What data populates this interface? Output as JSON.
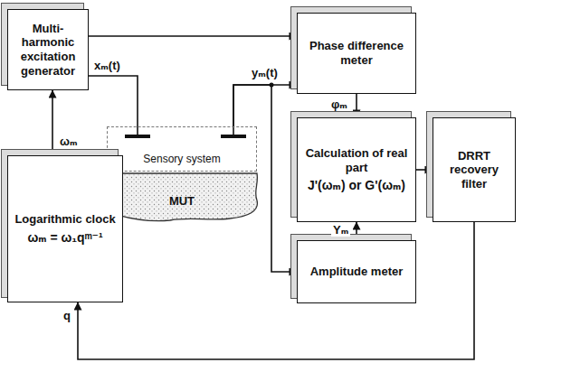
{
  "diagram": {
    "nodes": [
      {
        "text": [
          "Multi-harmonic excitation generator"
        ]
      },
      {
        "text": [
          "Phase difference meter"
        ]
      },
      {
        "text": [
          "Sensory system"
        ]
      },
      {
        "text": [
          "MUT"
        ]
      },
      {
        "text": [
          "Logarithmic clock",
          "ωₘ = ω₁qᵐ⁻¹"
        ]
      },
      {
        "text": [
          "Calculation of real part",
          "J'(ωₘ) or G'(ωₘ)"
        ]
      },
      {
        "text": [
          "DRRT recovery filter"
        ]
      },
      {
        "text": [
          "Amplitude meter"
        ]
      }
    ],
    "edges": [
      {
        "from": 0,
        "to": 1,
        "arrow": "to"
      },
      {
        "from": 0,
        "to": 2,
        "arrow": "none"
      },
      {
        "from": 2,
        "to": 1,
        "arrow": "to"
      },
      {
        "from": 2,
        "to": 7,
        "arrow": "to"
      },
      {
        "from": 4,
        "to": 0,
        "arrow": "to"
      },
      {
        "from": 1,
        "to": 5,
        "arrow": "to"
      },
      {
        "from": 7,
        "to": 5,
        "arrow": "to"
      },
      {
        "from": 5,
        "to": 6,
        "arrow": "to"
      },
      {
        "from": 6,
        "to": 4,
        "arrow": "to"
      }
    ],
    "labels": [
      "xₘ(t)",
      "yₘ(t)",
      "ωₘ",
      "φₘ",
      "Yₘ",
      "q"
    ]
  }
}
